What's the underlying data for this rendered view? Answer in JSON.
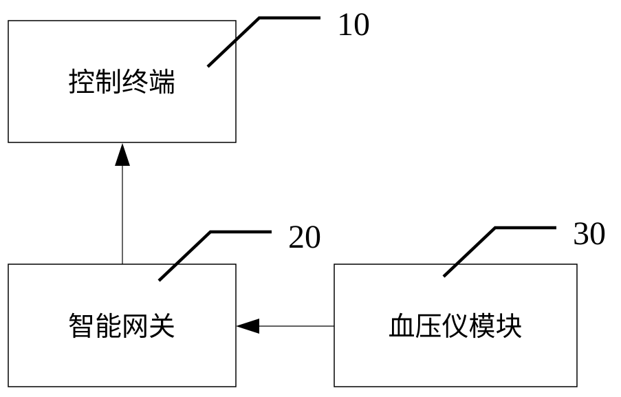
{
  "boxes": {
    "control_terminal": {
      "label": "控制终端",
      "ref": "10"
    },
    "smart_gateway": {
      "label": "智能网关",
      "ref": "20"
    },
    "bp_module": {
      "label": "血压仪模块",
      "ref": "30"
    }
  },
  "colors": {
    "stroke": "#000000",
    "background": "#ffffff"
  }
}
